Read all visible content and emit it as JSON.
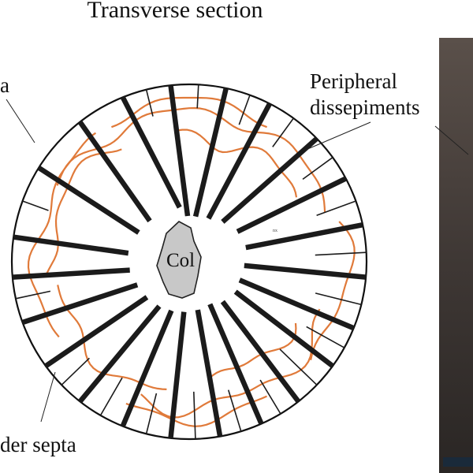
{
  "title": "Transverse section",
  "labels": {
    "top_left_fragment": "a",
    "peripheral_line1": "Peripheral",
    "peripheral_line2": "dissepiments",
    "columella": "Col",
    "bottom_left": "der septa",
    "small_mark": "nx"
  },
  "colors": {
    "background": "#ffffff",
    "outline": "#111111",
    "septa": "#1b1b1b",
    "dissepiments": "#e07a3a",
    "columella_fill": "#c8c8c8",
    "photo_dark": "#332e2b",
    "photo_mid": "#544a45"
  },
  "diagram": {
    "major_septa_count": 22,
    "minor_septa_count": 18,
    "has_columella": true,
    "has_photo_panel": true
  }
}
